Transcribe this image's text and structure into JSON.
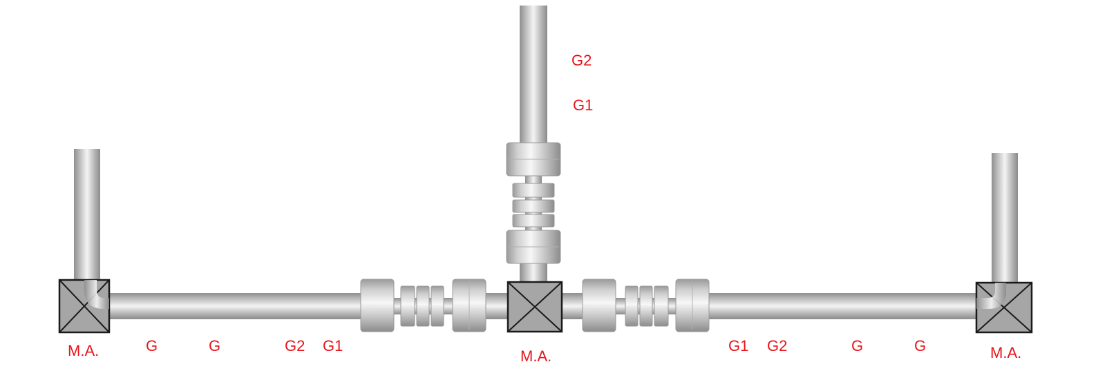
{
  "colors": {
    "label": "#e8141a",
    "junction_fill": "#a6a6a6",
    "junction_stroke": "#1a1a1a",
    "pipe_dark": "#8e8e8e",
    "pipe_mid": "#c2c2c2",
    "pipe_light": "#f4f4f4"
  },
  "labels": {
    "ma_left": "M.A.",
    "ma_center": "M.A.",
    "ma_right": "M.A.",
    "left_g_a": "G",
    "left_g_b": "G",
    "left_g2": "G2",
    "left_g1": "G1",
    "top_g2": "G2",
    "top_g1": "G1",
    "right_g1": "G1",
    "right_g2": "G2",
    "right_g_a": "G",
    "right_g_b": "G"
  }
}
